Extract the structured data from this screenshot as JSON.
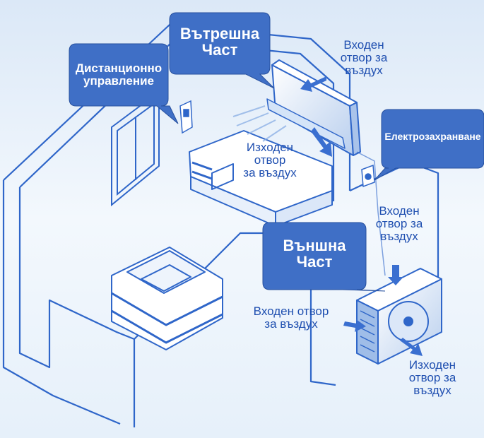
{
  "colors": {
    "line": "#2f66c9",
    "bubble": "#3f6fc6",
    "bubble_dark": "#27509e",
    "label": "#1f4fb0",
    "arrow": "#3a6fd0",
    "background": "#eaf2fb"
  },
  "bubbles": {
    "remote": {
      "line1": "Дистанционно",
      "line2": "управление"
    },
    "indoor": {
      "line1": "Вътрешна",
      "line2": "Част"
    },
    "power": {
      "line1": "Електрозахранване"
    },
    "outdoor": {
      "line1": "Външна",
      "line2": "Част"
    }
  },
  "labels": {
    "indoor_inlet": {
      "line1": "Входен",
      "line2": "отвор за",
      "line3": "въздух"
    },
    "indoor_outlet": {
      "line1": "Изходен",
      "line2": "отвор",
      "line3": "за въздух"
    },
    "outdoor_inlet_top": {
      "line1": "Входен",
      "line2": "отвор за",
      "line3": "въздух"
    },
    "outdoor_inlet_left": {
      "line1": "Входен отвор",
      "line2": "за въздух"
    },
    "outdoor_outlet": {
      "line1": "Изходен",
      "line2": "отвор за",
      "line3": "въздух"
    }
  }
}
